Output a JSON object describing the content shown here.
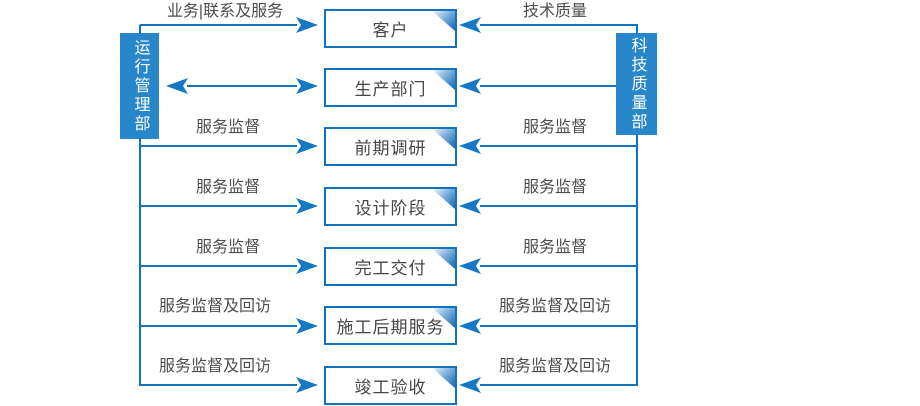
{
  "diagram": {
    "left_department": {
      "label": "运行管理部"
    },
    "right_department": {
      "label": "科技质量部"
    },
    "rows": [
      {
        "box_label": "客户",
        "left_arrow_label": "业务|联系及服务",
        "right_arrow_label": "技术质量"
      },
      {
        "box_label": "生产部门",
        "left_arrow_label": "",
        "right_arrow_label": ""
      },
      {
        "box_label": "前期调研",
        "left_arrow_label": "服务监督",
        "right_arrow_label": "服务监督"
      },
      {
        "box_label": "设计阶段",
        "left_arrow_label": "服务监督",
        "right_arrow_label": "服务监督"
      },
      {
        "box_label": "完工交付",
        "left_arrow_label": "服务监督",
        "right_arrow_label": "服务监督"
      },
      {
        "box_label": "施工后期服务",
        "left_arrow_label": "服务监督及回访",
        "right_arrow_label": "服务监督及回访"
      },
      {
        "box_label": "竣工验收",
        "left_arrow_label": "服务监督及回访",
        "right_arrow_label": "服务监督及回访"
      }
    ],
    "colors": {
      "line_blue": "#1473bf",
      "box_border_blue": "#1372bd",
      "side_box_blue": "#2787ca",
      "fold_dark_blue": "#0f63ae",
      "label_text": "#4d4d4d",
      "box_text": "#464646",
      "background": "#ffffff"
    }
  }
}
